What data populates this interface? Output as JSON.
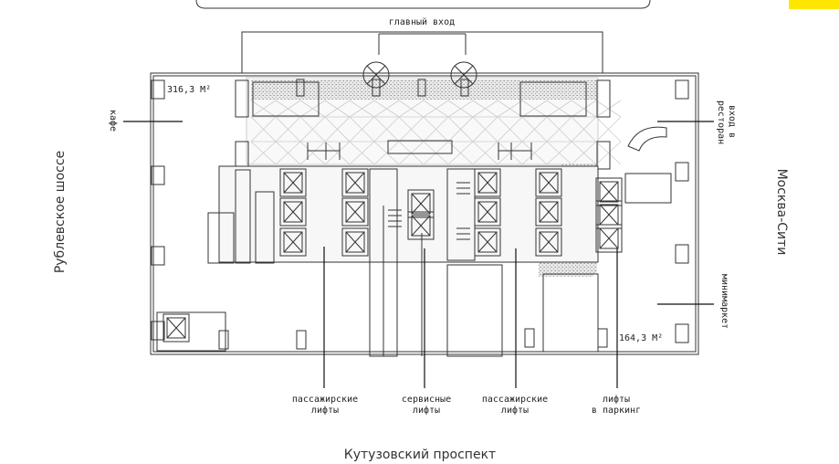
{
  "labels": {
    "main_entrance": "главный вход",
    "area_left": "316,3 М²",
    "area_right": "164,3 М²",
    "cafe": "кафе",
    "restaurant_entrance_1": "вход в",
    "restaurant_entrance_2": "ресторан",
    "minimarket": "минимаркет",
    "passenger_lifts_left_1": "пассажирские",
    "passenger_lifts_left_2": "лифты",
    "service_lifts_1": "сервисные",
    "service_lifts_2": "лифты",
    "passenger_lifts_right_1": "пассажирские",
    "passenger_lifts_right_2": "лифты",
    "parking_lifts_1": "лифты",
    "parking_lifts_2": "в паркинг"
  },
  "streets": {
    "left": "Рублевское шоссе",
    "right": "Москва-Сити",
    "bottom": "Кутузовский проспект"
  },
  "colors": {
    "accent": "#ffe600",
    "wall": "#333333"
  }
}
